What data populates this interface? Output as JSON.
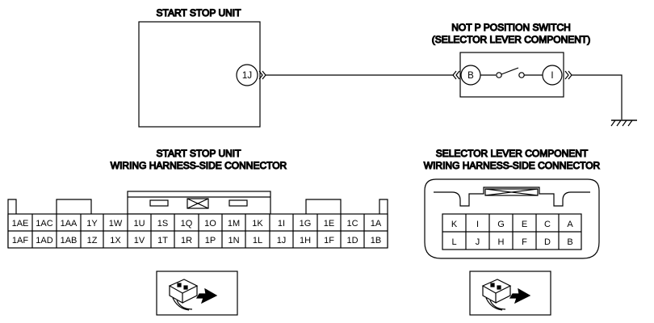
{
  "diagram": {
    "unit_label": "START STOP UNIT",
    "unit_terminal": "1J",
    "switch_label_line1": "NOT P POSITION SWITCH",
    "switch_label_line2": "(SELECTOR LEVER COMPONENT)",
    "switch_terminal_left": "B",
    "switch_terminal_right": "I"
  },
  "connector_left": {
    "title_line1": "START STOP UNIT",
    "title_line2": "WIRING HARNESS-SIDE CONNECTOR",
    "row_top": [
      "1AE",
      "1AC",
      "1AA",
      "1Y",
      "1W",
      "1U",
      "1S",
      "1Q",
      "1O",
      "1M",
      "1K",
      "1I",
      "1G",
      "1E",
      "1C",
      "1A"
    ],
    "row_bottom": [
      "1AF",
      "1AD",
      "1AB",
      "1Z",
      "1X",
      "1V",
      "1T",
      "1R",
      "1P",
      "1N",
      "1L",
      "1J",
      "1H",
      "1F",
      "1D",
      "1B"
    ]
  },
  "connector_right": {
    "title_line1": "SELECTOR LEVER COMPONENT",
    "title_line2": "WIRING HARNESS-SIDE CONNECTOR",
    "row_top": [
      "K",
      "I",
      "G",
      "E",
      "C",
      "A"
    ],
    "row_bottom": [
      "L",
      "J",
      "H",
      "F",
      "D",
      "B"
    ]
  },
  "icons": {
    "left": "harness-connector-probe-icon",
    "right": "harness-connector-probe-icon"
  }
}
